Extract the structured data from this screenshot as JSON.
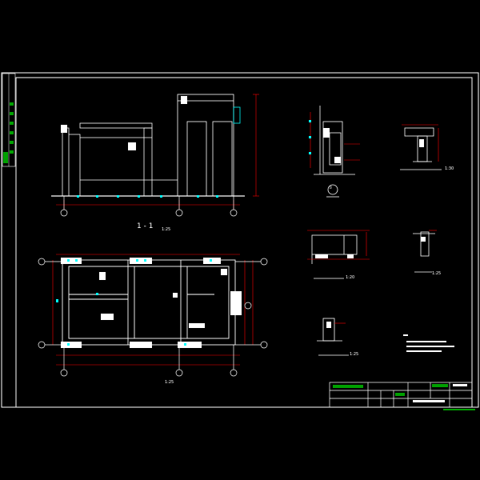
{
  "titles": {
    "section_1_1": "1 - 1",
    "section_1_1_scale": "1:25",
    "circle_1": "①",
    "scale_1_30": "1:30",
    "scale_1_25": "1:25",
    "scale_1_20": "1:20",
    "scale_1_25b": "1:25",
    "scale_1_25c": "1:25"
  },
  "colors": {
    "background": "#000000",
    "frame": "#ffffff",
    "linework": "#ffffff",
    "dimension": "#ff0000",
    "text": "#ffff00",
    "accent": "#00ffff",
    "titleblock_green": "#00a000"
  }
}
